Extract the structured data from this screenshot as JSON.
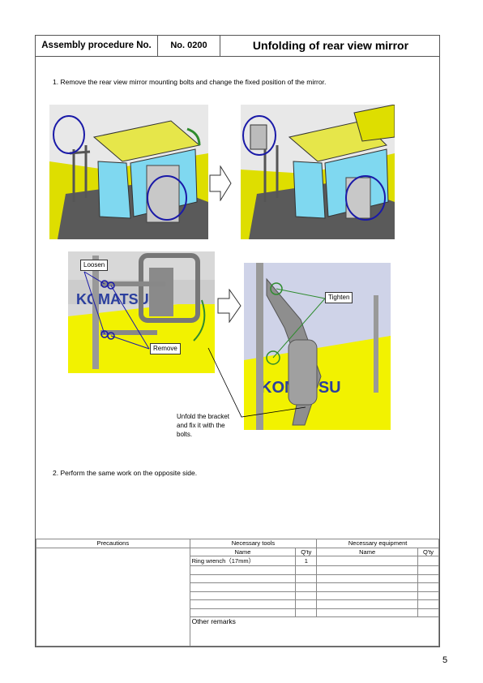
{
  "header": {
    "label": "Assembly procedure No.",
    "no_label": "No",
    "no_value": ". 0200",
    "title": "Unfolding of rear view mirror"
  },
  "steps": [
    "1. Remove the rear view mirror mounting bolts and change the fixed position of the mirror.",
    "2. Perform the same work on the opposite side."
  ],
  "callouts": {
    "loosen": "Loosen",
    "remove": "Remove",
    "tighten": "Tighten"
  },
  "note": [
    "Unfold the bracket",
    "and fix it with the",
    "bolts."
  ],
  "table": {
    "precautions": "Precautions",
    "tools": "Necessary tools",
    "equipment": "Necessary equipment",
    "name": "Name",
    "qty": "Q'ty",
    "tool_item": "Ring wrench（17mm）",
    "tool_qty": "1",
    "other_remarks": "Other remarks"
  },
  "page_number": "5",
  "colors": {
    "cab": "#e6e64a",
    "body": "#f2f200",
    "glass": "#7fd8f0",
    "circle": "#1a1aa8",
    "green": "#2e8b2e"
  }
}
